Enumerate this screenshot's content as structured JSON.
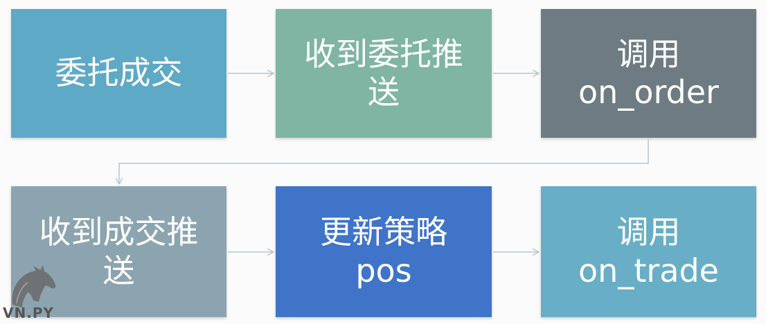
{
  "diagram": {
    "nodes": [
      {
        "id": "n1",
        "label": "委托成交"
      },
      {
        "id": "n2",
        "label": "收到委托推\n送"
      },
      {
        "id": "n3",
        "label": "调用\non_order"
      },
      {
        "id": "n4",
        "label": "收到成交推\n送"
      },
      {
        "id": "n5",
        "label": "更新策略\npos"
      },
      {
        "id": "n6",
        "label": "调用\non_trade"
      }
    ],
    "edges": [
      {
        "from": "n1",
        "to": "n2"
      },
      {
        "from": "n2",
        "to": "n3"
      },
      {
        "from": "n3",
        "to": "n4"
      },
      {
        "from": "n4",
        "to": "n5"
      },
      {
        "from": "n5",
        "to": "n6"
      }
    ],
    "colors": {
      "n1": "#5ea9c6",
      "n2": "#7fb5a2",
      "n3": "#6f7b82",
      "n4": "#8ca4b0",
      "n5": "#3f74c8",
      "n6": "#67aec6",
      "connector": "#b8c4cc"
    }
  },
  "watermark": {
    "text": "VN.PY",
    "icon": "horse-head-logo-icon"
  }
}
